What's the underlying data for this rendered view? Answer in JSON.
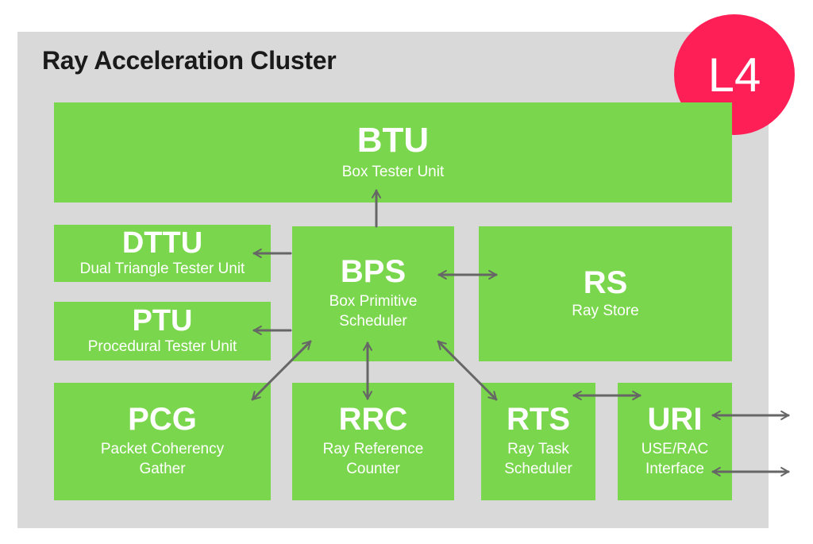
{
  "cluster": {
    "title": "Ray Acceleration Cluster"
  },
  "badge": {
    "label": "L4",
    "color": "#ff1f57"
  },
  "colors": {
    "block": "#7ad64c",
    "background": "#d9d9d9",
    "arrow": "#666666"
  },
  "blocks": {
    "btu": {
      "abbr": "BTU",
      "full": "Box Tester Unit"
    },
    "dttu": {
      "abbr": "DTTU",
      "full": "Dual Triangle Tester Unit"
    },
    "ptu": {
      "abbr": "PTU",
      "full": "Procedural Tester Unit"
    },
    "bps": {
      "abbr": "BPS",
      "full": "Box Primitive\nScheduler"
    },
    "rs": {
      "abbr": "RS",
      "full": "Ray Store"
    },
    "pcg": {
      "abbr": "PCG",
      "full": "Packet Coherency\nGather"
    },
    "rrc": {
      "abbr": "RRC",
      "full": "Ray Reference\nCounter"
    },
    "rts": {
      "abbr": "RTS",
      "full": "Ray Task\nScheduler"
    },
    "uri": {
      "abbr": "URI",
      "full": "USE/RAC\nInterface"
    }
  }
}
